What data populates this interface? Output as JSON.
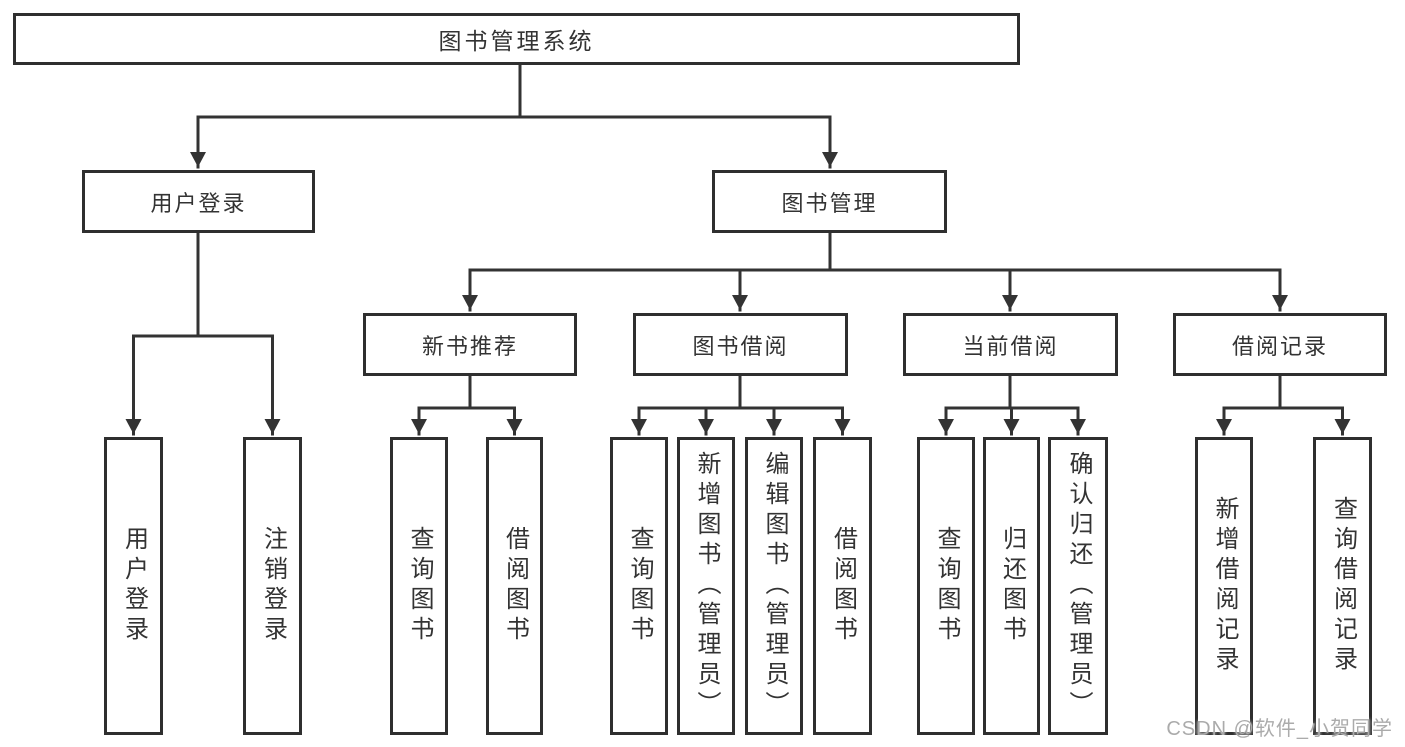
{
  "diagram": {
    "root": {
      "label": "图书管理系统"
    },
    "branches": [
      {
        "label": "用户登录",
        "children": [
          {
            "label": "用户登录"
          },
          {
            "label": "注销登录"
          }
        ]
      },
      {
        "label": "图书管理",
        "children": [
          {
            "label": "新书推荐",
            "children": [
              {
                "label": "查询图书"
              },
              {
                "label": "借阅图书"
              }
            ]
          },
          {
            "label": "图书借阅",
            "children": [
              {
                "label": "查询图书"
              },
              {
                "label": "新增图书（管理员）"
              },
              {
                "label": "编辑图书（管理员）"
              },
              {
                "label": "借阅图书"
              }
            ]
          },
          {
            "label": "当前借阅",
            "children": [
              {
                "label": "查询图书"
              },
              {
                "label": "归还图书"
              },
              {
                "label": "确认归还（管理员）"
              }
            ]
          },
          {
            "label": "借阅记录",
            "children": [
              {
                "label": "新增借阅记录"
              },
              {
                "label": "查询借阅记录"
              }
            ]
          }
        ]
      }
    ]
  },
  "watermark": {
    "text": "CSDN @软件_小贺同学"
  },
  "colors": {
    "line": "#333333",
    "box_border": "#2f2f2f",
    "text": "#333333",
    "watermark": "#ababab",
    "background": "#ffffff"
  }
}
